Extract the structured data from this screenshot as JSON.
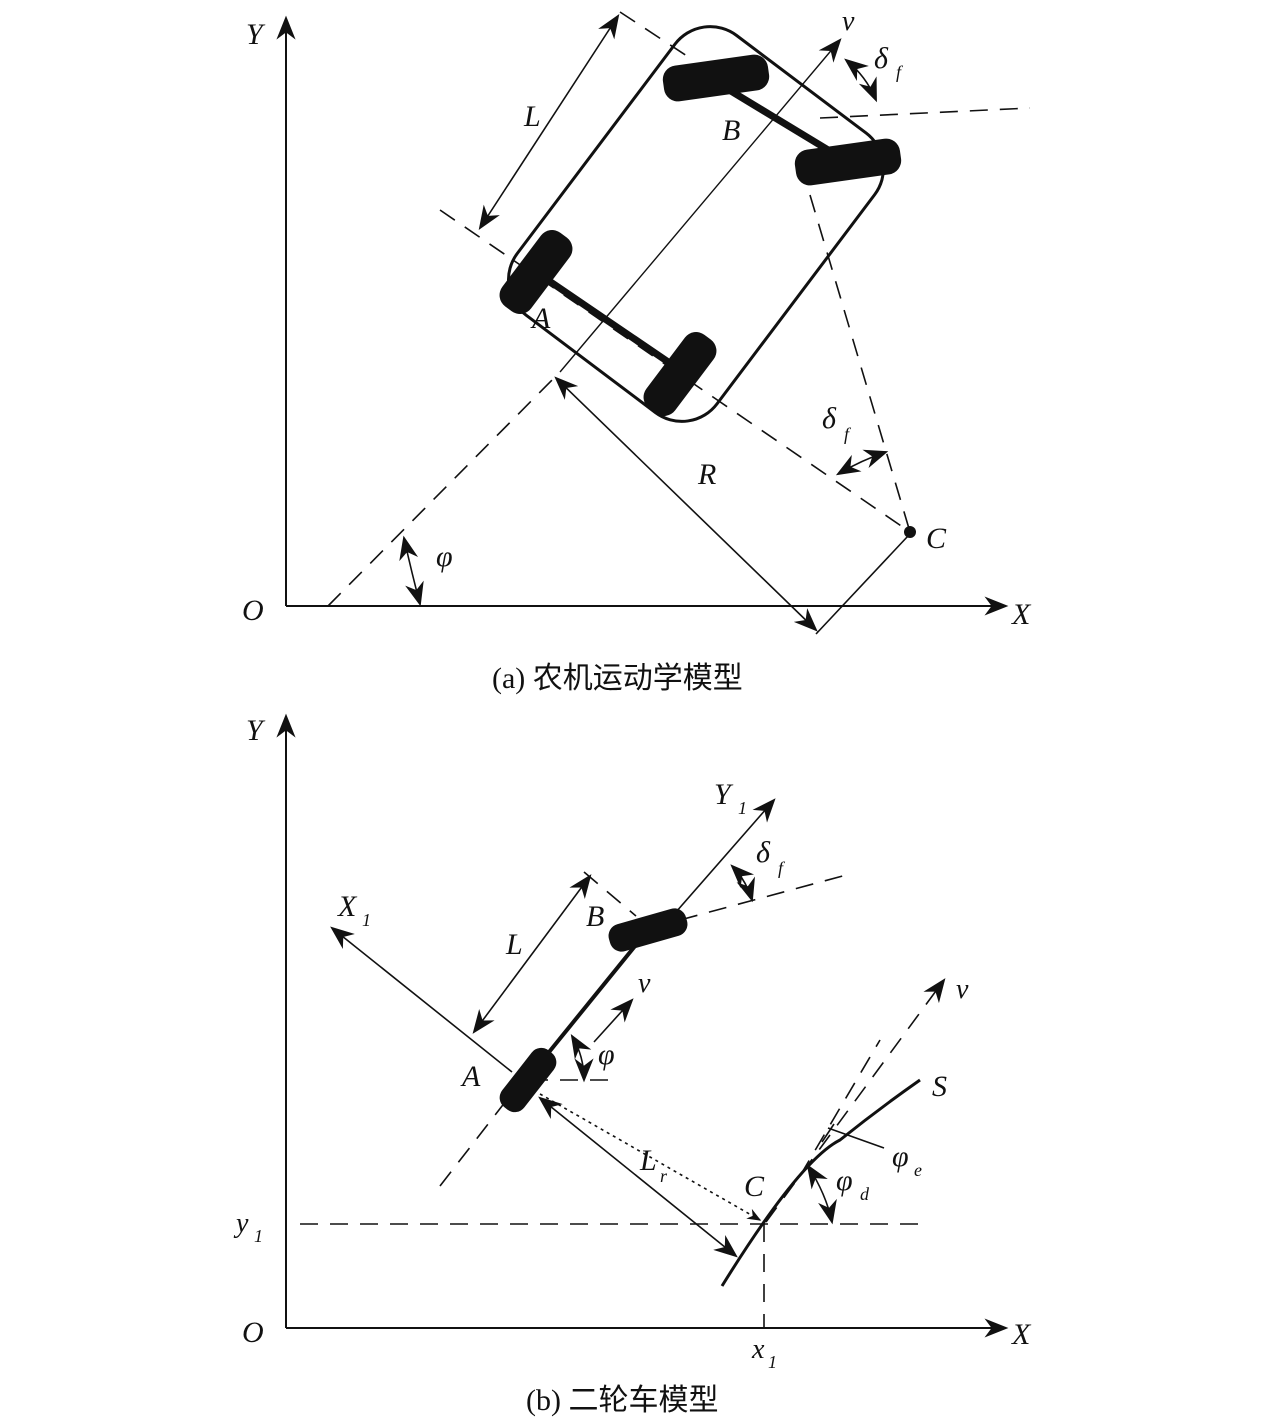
{
  "figure_a": {
    "caption": "(a) 农机运动学模型",
    "labels": {
      "y_axis": "Y",
      "x_axis": "X",
      "origin": "O",
      "point_a": "A",
      "point_b": "B",
      "point_c": "C",
      "wheelbase": "L",
      "radius": "R",
      "heading": "φ",
      "velocity": "v",
      "steer_top": "δ",
      "steer_top_sub": "f",
      "steer_mid": "δ",
      "steer_mid_sub": "f"
    }
  },
  "figure_b": {
    "caption": "(b) 二轮车模型",
    "labels": {
      "y_axis": "Y",
      "x_axis": "X",
      "origin": "O",
      "y1_axis": "Y",
      "y1_sub": "1",
      "x1_axis": "X",
      "x1_sub": "1",
      "point_a": "A",
      "point_b": "B",
      "point_c": "C",
      "wheelbase": "L",
      "lookahead": "L",
      "lookahead_sub": "r",
      "steer": "δ",
      "steer_sub": "f",
      "velocity_vehicle": "v",
      "heading": "φ",
      "velocity_path": "v",
      "path": "S",
      "phi_e": "φ",
      "phi_e_sub": "e",
      "phi_d": "φ",
      "phi_d_sub": "d",
      "y1_tick": "y",
      "y1_tick_sub": "1",
      "x1_tick": "x",
      "x1_tick_sub": "1"
    }
  }
}
